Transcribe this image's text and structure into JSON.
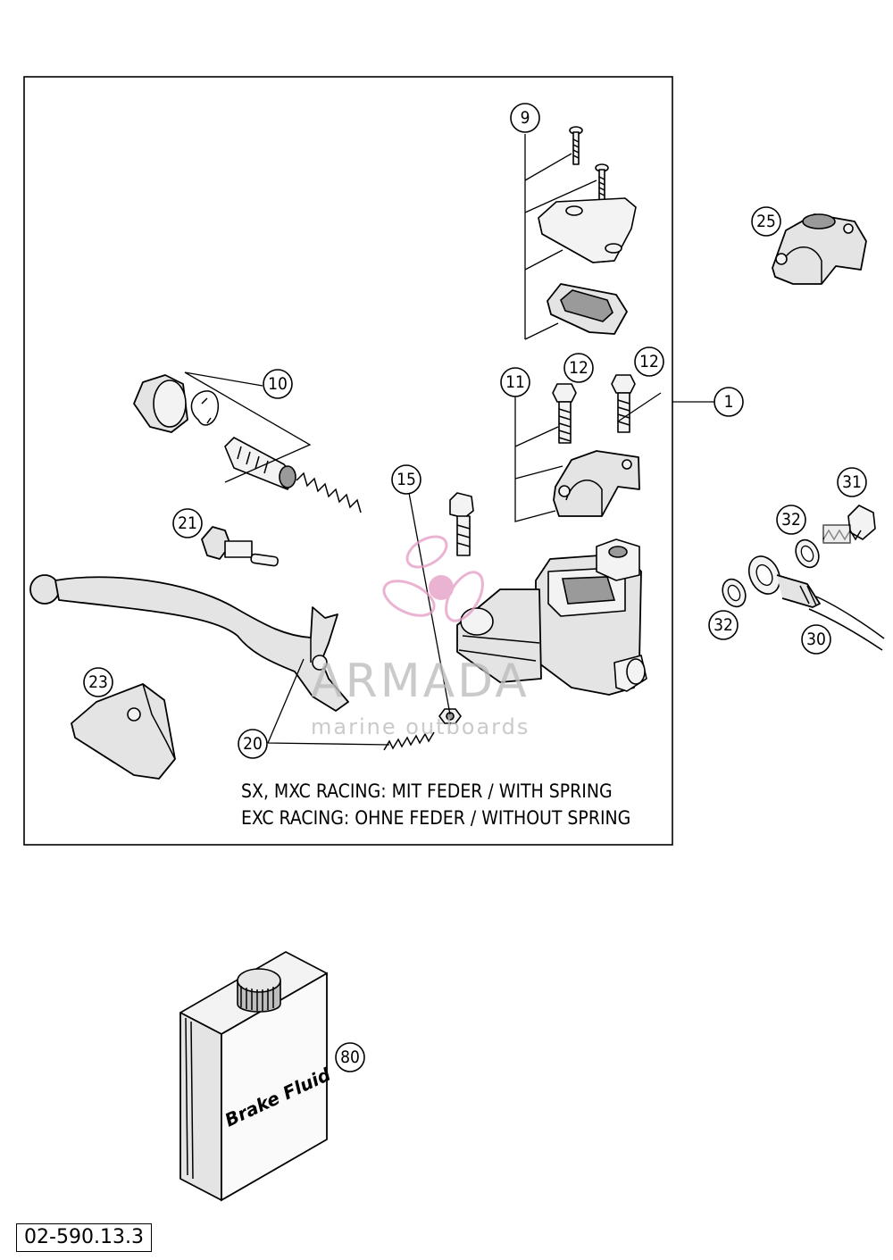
{
  "notes": {
    "line1": "SX, MXC RACING: MIT FEDER / WITH SPRING",
    "line2": "EXC RACING: OHNE FEDER / WITHOUT SPRING"
  },
  "bottle": {
    "label": "Brake Fluid"
  },
  "watermark": {
    "brand": "ARMADA",
    "tagline": "marine outboards",
    "logo": "propeller-logo"
  },
  "document": {
    "code": "02-590.13.3"
  },
  "callouts": [
    {
      "id": "c9",
      "label": "9"
    },
    {
      "id": "c25",
      "label": "25"
    },
    {
      "id": "c10",
      "label": "10"
    },
    {
      "id": "c11",
      "label": "11"
    },
    {
      "id": "c12a",
      "label": "12"
    },
    {
      "id": "c12b",
      "label": "12"
    },
    {
      "id": "c1",
      "label": "1"
    },
    {
      "id": "c15",
      "label": "15"
    },
    {
      "id": "c21",
      "label": "21"
    },
    {
      "id": "c31",
      "label": "31"
    },
    {
      "id": "c32a",
      "label": "32"
    },
    {
      "id": "c32b",
      "label": "32"
    },
    {
      "id": "c30",
      "label": "30"
    },
    {
      "id": "c23",
      "label": "23"
    },
    {
      "id": "c20",
      "label": "20"
    },
    {
      "id": "c80",
      "label": "80"
    }
  ]
}
